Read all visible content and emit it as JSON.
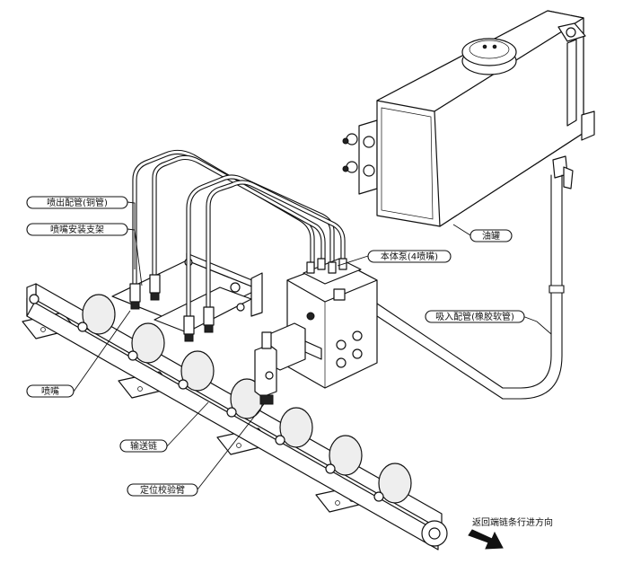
{
  "labels": {
    "nozzle_pipe": "喷出配管(铜管)",
    "nozzle_bracket": "喷嘴安装支架",
    "pump": "本体泵(4喷嘴)",
    "oil_tank": "油罐",
    "suction_pipe": "吸入配管(橡胶软管)",
    "nozzle": "喷嘴",
    "conveyor_chain": "输送链",
    "positioning_arm": "定位校验臂",
    "direction": "返回端链条行进方向"
  },
  "icons": {
    "direction_arrow": "arrow-down-right-icon"
  }
}
